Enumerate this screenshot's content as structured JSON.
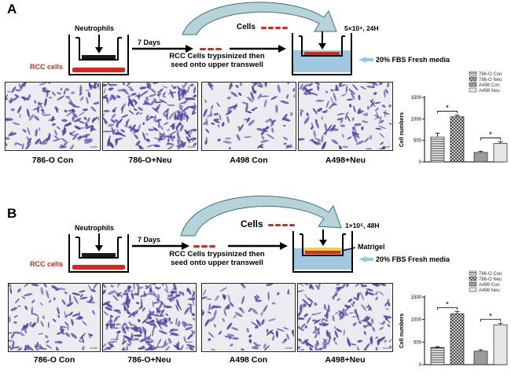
{
  "panels": [
    {
      "letter": "A",
      "neutrophils_label": "Neutrophils",
      "rcc_label": "RCC cells",
      "days_label": "7 Days",
      "procedure_line1": "RCC Cells trypsinized then",
      "procedure_line2": "seed onto upper transwell",
      "cells_label": "Cells",
      "condition_label": "5×10⁴, 24H",
      "matrigel_label": "",
      "media_label": "20% FBS  Fresh media",
      "images": [
        {
          "caption": "786-O Con",
          "density": 0.55
        },
        {
          "caption": "786-O+Neu",
          "density": 1.0
        },
        {
          "caption": "A498 Con",
          "density": 0.28
        },
        {
          "caption": "A498+Neu",
          "density": 0.45
        }
      ],
      "chart_data": {
        "type": "bar",
        "ylabel": "Cell numbers",
        "ylim": [
          0,
          1500
        ],
        "yticks": [
          0,
          500,
          1000,
          1500
        ],
        "series": [
          {
            "name": "786-O Con",
            "value": 580,
            "error": 90,
            "pattern": "hlines"
          },
          {
            "name": "786-O Neu",
            "value": 1050,
            "error": 40,
            "pattern": "cross"
          },
          {
            "name": "A498 Con",
            "value": 220,
            "error": 25,
            "pattern": "grey"
          },
          {
            "name": "A498 Neu",
            "value": 430,
            "error": 35,
            "pattern": "light"
          }
        ],
        "significance": [
          {
            "pair": [
              0,
              1
            ],
            "label": "*"
          },
          {
            "pair": [
              2,
              3
            ],
            "label": "*"
          }
        ]
      }
    },
    {
      "letter": "B",
      "neutrophils_label": "Neutrophils",
      "rcc_label": "RCC cells",
      "days_label": "7 Days",
      "procedure_line1": "RCC Cells trypsinized then",
      "procedure_line2": "seed onto upper transwell",
      "cells_label": "Cells",
      "condition_label": "1×10⁵, 48H",
      "matrigel_label": "Matrigel",
      "media_label": "20% FBS  Fresh media",
      "images": [
        {
          "caption": "786-O Con",
          "density": 0.35
        },
        {
          "caption": "786-O+Neu",
          "density": 1.0
        },
        {
          "caption": "A498  Con",
          "density": 0.22
        },
        {
          "caption": "A498+Neu",
          "density": 0.65
        }
      ],
      "chart_data": {
        "type": "bar",
        "ylabel": "Cell numbers",
        "ylim": [
          0,
          1500
        ],
        "yticks": [
          0,
          500,
          1000,
          1500
        ],
        "series": [
          {
            "name": "786-O Con",
            "value": 380,
            "error": 20,
            "pattern": "hlines"
          },
          {
            "name": "786-O Neu",
            "value": 1130,
            "error": 50,
            "pattern": "cross"
          },
          {
            "name": "A498 Con",
            "value": 300,
            "error": 30,
            "pattern": "grey"
          },
          {
            "name": "A498 Neu",
            "value": 880,
            "error": 40,
            "pattern": "light"
          }
        ],
        "significance": [
          {
            "pair": [
              0,
              1
            ],
            "label": "*"
          },
          {
            "pair": [
              2,
              3
            ],
            "label": "*"
          }
        ]
      }
    }
  ],
  "colors": {
    "rcc_red": "#d8281c",
    "neutrophil_dark": "#1a1a1a",
    "media_blue": "#9fc8e0",
    "arrow_fill": "#b7d3da",
    "arrow_stroke": "#3d6f7e",
    "matrigel_yellow": "#f3d232",
    "stain_purple": "#5142a6",
    "micro_bg": "#ebecf0"
  }
}
